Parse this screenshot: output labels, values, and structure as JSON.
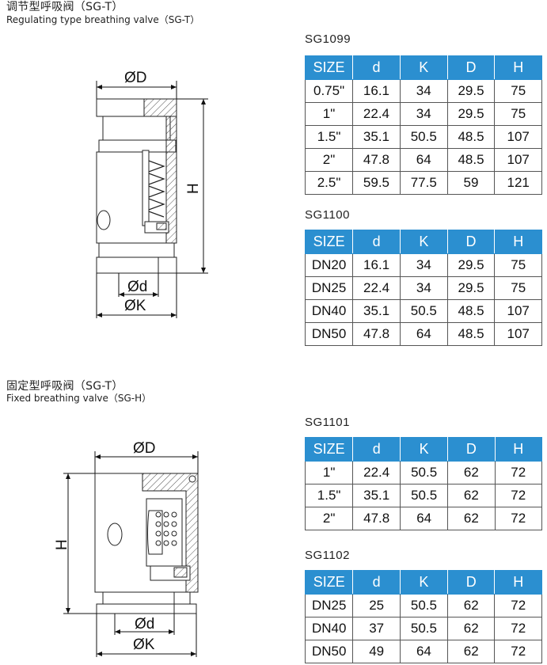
{
  "sections": [
    {
      "title": "调节型呼吸阀（SG-T）",
      "subtitle": "Regulating type breathing valve（SG-T）",
      "dims": {
        "D": "ØD",
        "H": "H",
        "d": "Ød",
        "K": "ØK"
      },
      "tables": [
        {
          "model": "SG1099",
          "headers": [
            "SIZE",
            "d",
            "K",
            "D",
            "H"
          ],
          "rows": [
            [
              "0.75\"",
              "16.1",
              "34",
              "29.5",
              "75"
            ],
            [
              "1\"",
              "22.4",
              "34",
              "29.5",
              "75"
            ],
            [
              "1.5\"",
              "35.1",
              "50.5",
              "48.5",
              "107"
            ],
            [
              "2\"",
              "47.8",
              "64",
              "48.5",
              "107"
            ],
            [
              "2.5\"",
              "59.5",
              "77.5",
              "59",
              "121"
            ]
          ]
        },
        {
          "model": "SG1100",
          "headers": [
            "SIZE",
            "d",
            "K",
            "D",
            "H"
          ],
          "rows": [
            [
              "DN20",
              "16.1",
              "34",
              "29.5",
              "75"
            ],
            [
              "DN25",
              "22.4",
              "34",
              "29.5",
              "75"
            ],
            [
              "DN40",
              "35.1",
              "50.5",
              "48.5",
              "107"
            ],
            [
              "DN50",
              "47.8",
              "64",
              "48.5",
              "107"
            ]
          ]
        }
      ]
    },
    {
      "title": "固定型呼吸阀（SG-T）",
      "subtitle": "Fixed breathing valve（SG-H）",
      "dims": {
        "D": "ØD",
        "H": "H",
        "d": "Ød",
        "K": "ØK"
      },
      "tables": [
        {
          "model": "SG1101",
          "headers": [
            "SIZE",
            "d",
            "K",
            "D",
            "H"
          ],
          "rows": [
            [
              "1\"",
              "22.4",
              "50.5",
              "62",
              "72"
            ],
            [
              "1.5\"",
              "35.1",
              "50.5",
              "62",
              "72"
            ],
            [
              "2\"",
              "47.8",
              "64",
              "62",
              "72"
            ]
          ]
        },
        {
          "model": "SG1102",
          "headers": [
            "SIZE",
            "d",
            "K",
            "D",
            "H"
          ],
          "rows": [
            [
              "DN25",
              "25",
              "50.5",
              "62",
              "72"
            ],
            [
              "DN40",
              "37",
              "50.5",
              "62",
              "72"
            ],
            [
              "DN50",
              "49",
              "64",
              "62",
              "72"
            ]
          ]
        }
      ]
    }
  ]
}
